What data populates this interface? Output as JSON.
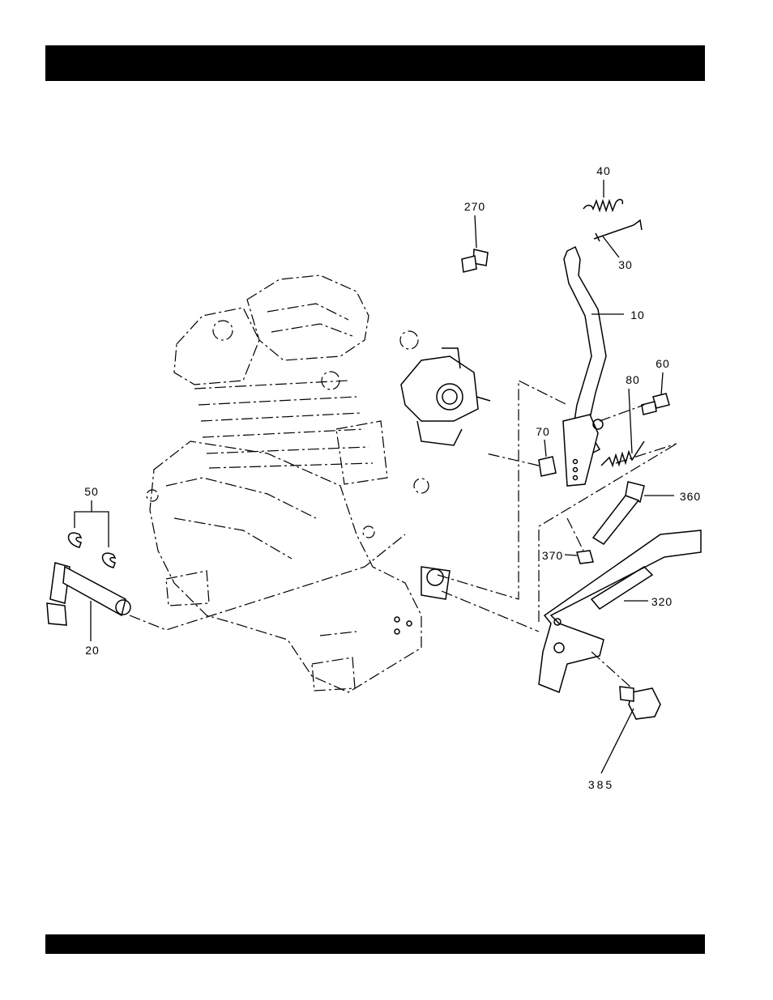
{
  "header": {
    "title": ""
  },
  "footer": {
    "text": ""
  },
  "callouts": [
    {
      "id": "c40",
      "label": "40"
    },
    {
      "id": "c270",
      "label": "270"
    },
    {
      "id": "c30",
      "label": "30"
    },
    {
      "id": "c10",
      "label": "10"
    },
    {
      "id": "c60",
      "label": "60"
    },
    {
      "id": "c80",
      "label": "80"
    },
    {
      "id": "c70",
      "label": "70"
    },
    {
      "id": "c360",
      "label": "360"
    },
    {
      "id": "c370",
      "label": "370"
    },
    {
      "id": "c320",
      "label": "320"
    },
    {
      "id": "c50",
      "label": "50"
    },
    {
      "id": "c20",
      "label": "20"
    },
    {
      "id": "c385",
      "label": "385"
    }
  ]
}
